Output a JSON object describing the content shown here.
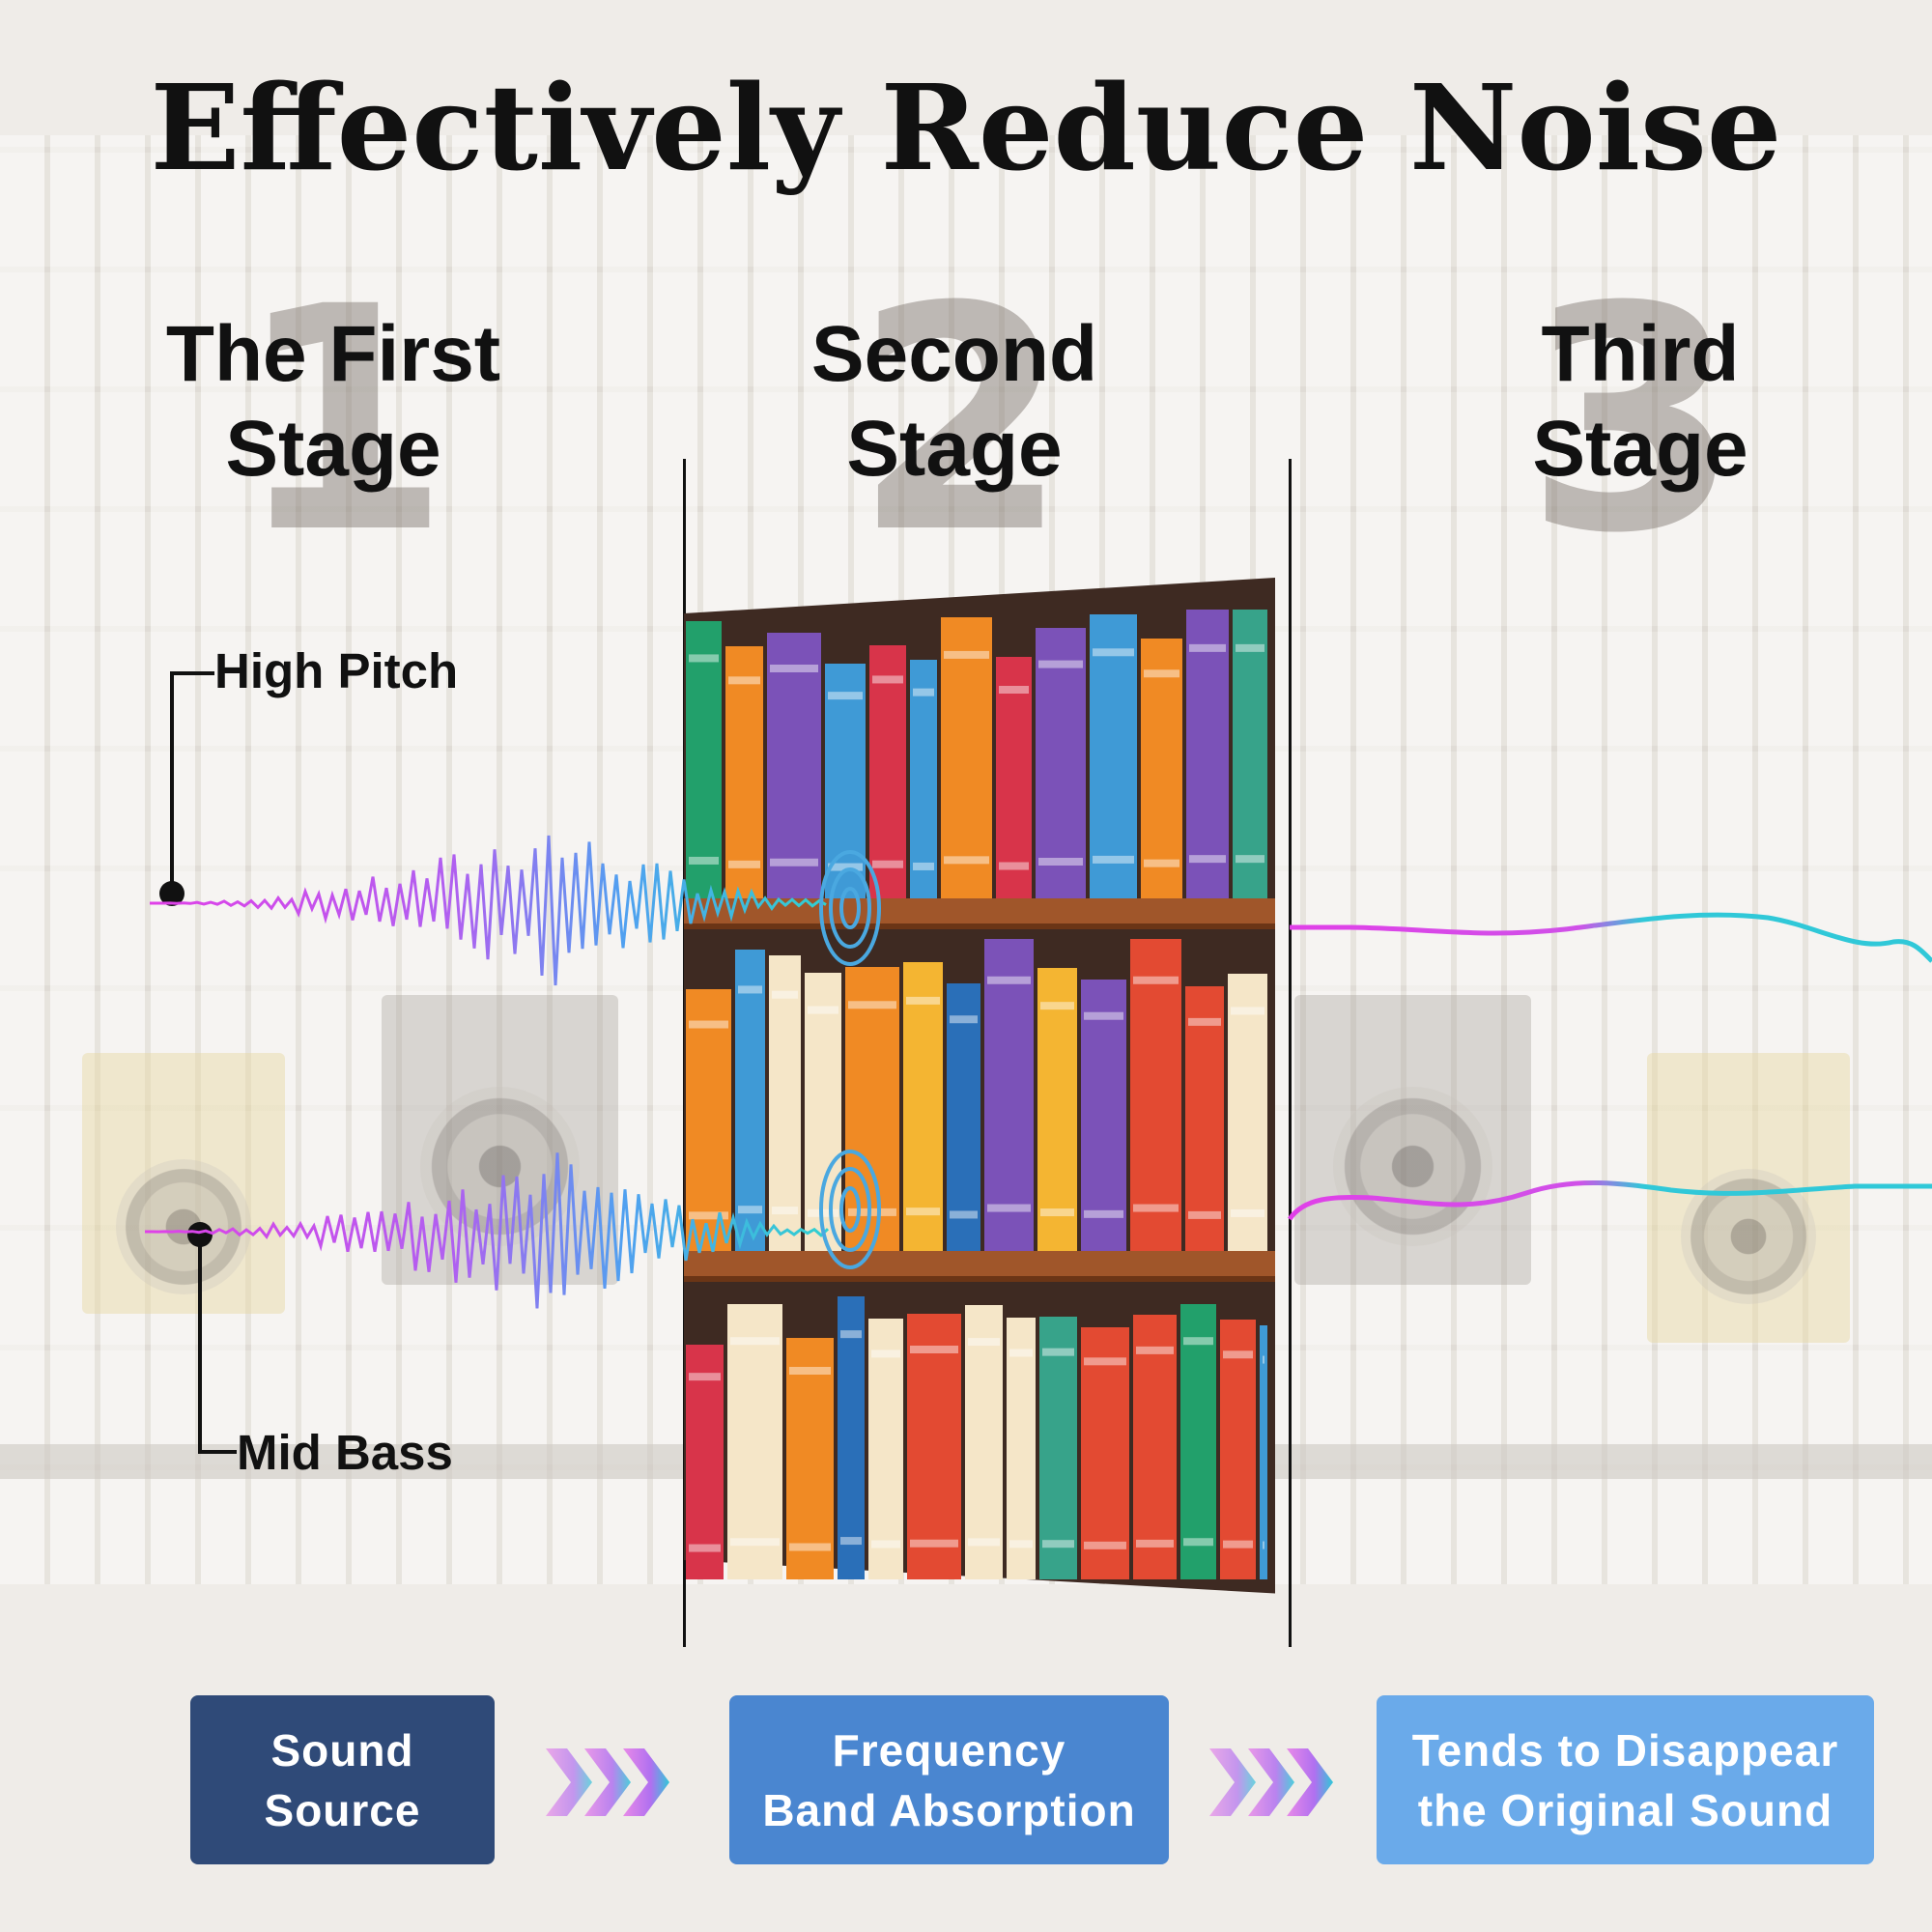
{
  "title": "Effectively Reduce Noise",
  "stages": [
    {
      "number": "1",
      "title_line1": "The First",
      "title_line2": "Stage"
    },
    {
      "number": "2",
      "title_line1": "Second",
      "title_line2": "Stage"
    },
    {
      "number": "3",
      "title_line1": "Third",
      "title_line2": "Stage"
    }
  ],
  "labels": {
    "high_pitch": "High Pitch",
    "mid_bass": "Mid Bass"
  },
  "process": [
    {
      "line1": "Sound",
      "line2": "Source",
      "color": "#2f4a78"
    },
    {
      "line1": "Frequency",
      "line2": "Band Absorption",
      "color": "#4a86d0"
    },
    {
      "line1": "Tends to Disappear",
      "line2": "the Original Sound",
      "color": "#6aaaea"
    }
  ],
  "colors": {
    "wave_pink": "#e040e8",
    "wave_cyan": "#30c8d8",
    "ring": "#4aa8e0"
  }
}
